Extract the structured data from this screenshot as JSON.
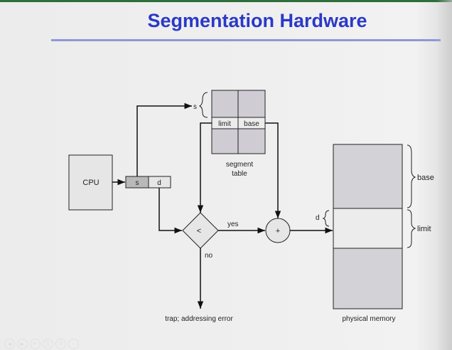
{
  "slide": {
    "title": "Segmentation Hardware"
  },
  "diagram": {
    "cpu_label": "CPU",
    "address_s": "s",
    "address_d": "d",
    "table_s_label": "s",
    "limit_header": "limit",
    "base_header": "base",
    "segment_table_caption_line1": "segment",
    "segment_table_caption_line2": "table",
    "compare_symbol": "<",
    "yes_label": "yes",
    "no_label": "no",
    "adder_symbol": "+",
    "offset_d_label": "d",
    "trap_label": "trap; addressing error",
    "memory_base_label": "base",
    "memory_limit_label": "limit",
    "memory_caption": "physical  memory"
  },
  "colors": {
    "title": "#2b39c7",
    "table_fill": "#cfcdd3",
    "memory_fill": "#d3d2d6",
    "address_s_fill": "#b9b9b9"
  },
  "nav_icons": [
    "prev-icon",
    "next-icon",
    "undo-icon",
    "menu-icon",
    "search-icon",
    "minus-icon"
  ]
}
